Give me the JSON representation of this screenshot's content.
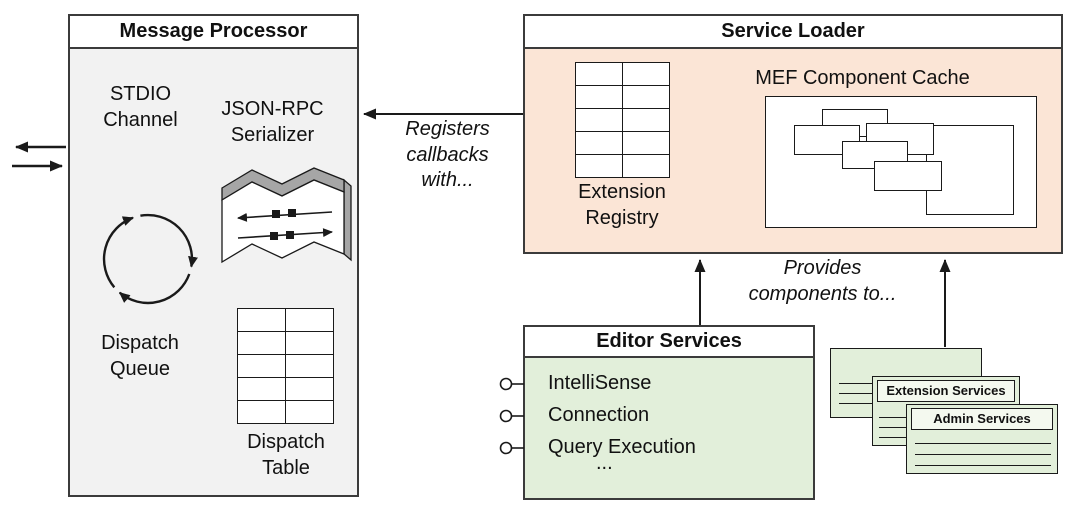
{
  "colors": {
    "message_processor_fill": "#f2f2f2",
    "service_loader_fill": "#fbe5d6",
    "editor_services_fill": "#e2efda",
    "border": "#3b3b3b",
    "arrow": "#1a1a1a"
  },
  "message_processor": {
    "title": "Message Processor",
    "stdio_label": "STDIO Channel",
    "serializer_label": "JSON-RPC Serializer",
    "dispatch_queue_label": "Dispatch Queue",
    "dispatch_table_label": "Dispatch Table"
  },
  "service_loader": {
    "title": "Service Loader",
    "extension_registry_label": "Extension Registry",
    "mef_cache_label": "MEF Component Cache"
  },
  "editor_services": {
    "title": "Editor Services",
    "items": [
      "IntelliSense",
      "Connection",
      "Query Execution",
      "..."
    ]
  },
  "stacked_services": {
    "card1_label": "Extension Services",
    "card2_label": "Admin Services"
  },
  "annotations": {
    "registers": "Registers callbacks with...",
    "provides": "Provides components to..."
  }
}
